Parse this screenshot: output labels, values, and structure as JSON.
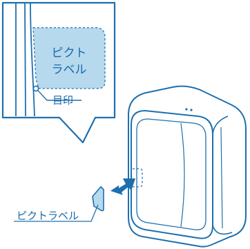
{
  "colors": {
    "line": "#1d6fae",
    "label_fill": "#b6d9ee",
    "arrow": "#1d6fae",
    "text": "#1a6aa8",
    "device_fill": "#ffffff",
    "background": "#ffffff"
  },
  "callout": {
    "label_text_line1": "ピクト",
    "label_text_line2": "ラベル",
    "marker_label": "目印"
  },
  "bottom_label": {
    "text": "ピクトラベル"
  },
  "icons": {
    "arrow": "insert-arrow-icon",
    "sticker": "pict-label-sticker-icon",
    "device": "wireless-device-icon"
  }
}
